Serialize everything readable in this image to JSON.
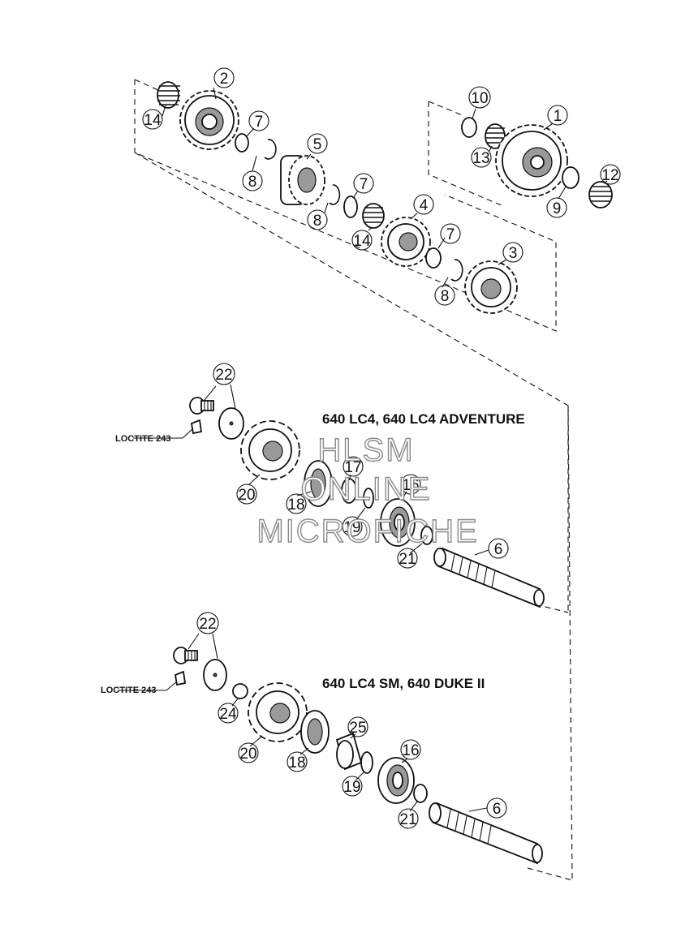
{
  "models": {
    "top": "640 LC4, 640 LC4 ADVENTURE",
    "bottom": "640 LC4 SM, 640 DUKE II"
  },
  "notes": {
    "loctite_top": "LOCTITE 243",
    "loctite_bottom": "LOCTITE 243"
  },
  "watermark": {
    "line1": "HLSM",
    "line2": "ONLINE",
    "line3": "MICROFICHE"
  },
  "callouts": {
    "c1": "1",
    "c2": "2",
    "c3": "3",
    "c4": "4",
    "c5": "5",
    "c7a": "7",
    "c7b": "7",
    "c7c": "7",
    "c8a": "8",
    "c8b": "8",
    "c8c": "8",
    "c9": "9",
    "c10": "10",
    "c12": "12",
    "c13": "13",
    "c14a": "14",
    "c14b": "14",
    "c22a": "22",
    "c20a": "20",
    "c18a": "18",
    "c17": "17",
    "c16a": "16",
    "c19a": "19",
    "c21a": "21",
    "c6a": "6",
    "c22b": "22",
    "c24": "24",
    "c20b": "20",
    "c18b": "18",
    "c25": "25",
    "c16b": "16",
    "c19b": "19",
    "c21b": "21",
    "c6b": "6"
  }
}
